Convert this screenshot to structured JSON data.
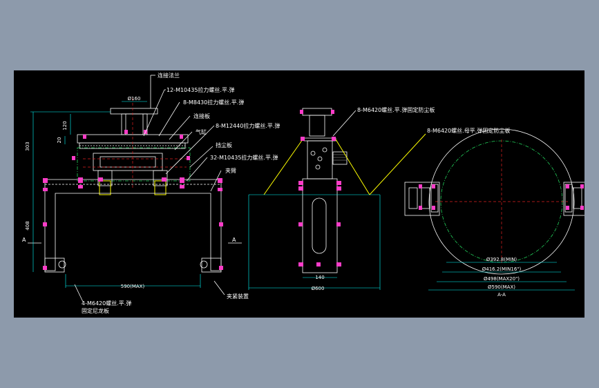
{
  "drawing": {
    "front_view": {
      "callouts": [
        "连接法兰",
        "12-M10435拉力螺丝.平.弹",
        "8-M8430拉力螺丝.平.弹",
        "连接板",
        "气缸",
        "8-M12440拉力螺丝.平.弹",
        "挡尘板",
        "32-M10435拉力螺丝.平.弹",
        "夹臂"
      ],
      "bottom_callouts": [
        "4-M6420螺丝.平.弹",
        "固定尼龙板",
        "夹紧装置"
      ],
      "dims": {
        "flange_dia": "Ø160",
        "height_120": "120",
        "height_20": "20",
        "height_303": "303",
        "height_408": "408",
        "width_590": "590(MAX)"
      },
      "section_marks": [
        "A",
        "A"
      ]
    },
    "side_view": {
      "callout": "8-M6420螺丝.平.弹固定防尘板",
      "dims": {
        "width_140": "140",
        "width_600": "Ø600"
      }
    },
    "section_view": {
      "callout": "8-M6420螺丝.母平.弹固定防尘板",
      "dims": [
        "Ø392.8(MIN)",
        "Ø416.2(MIN16\")",
        "Ø498(MAX20\")",
        "Ø590(MAX)"
      ],
      "title": "A-A"
    },
    "colors": {
      "background": "#000000",
      "frame": "#ffffff",
      "dimension": "#00ffff",
      "leader": "#ffff00",
      "pipe": "#22d05a",
      "hidden": "#e02020",
      "bolt": "#ff3cc8"
    }
  }
}
